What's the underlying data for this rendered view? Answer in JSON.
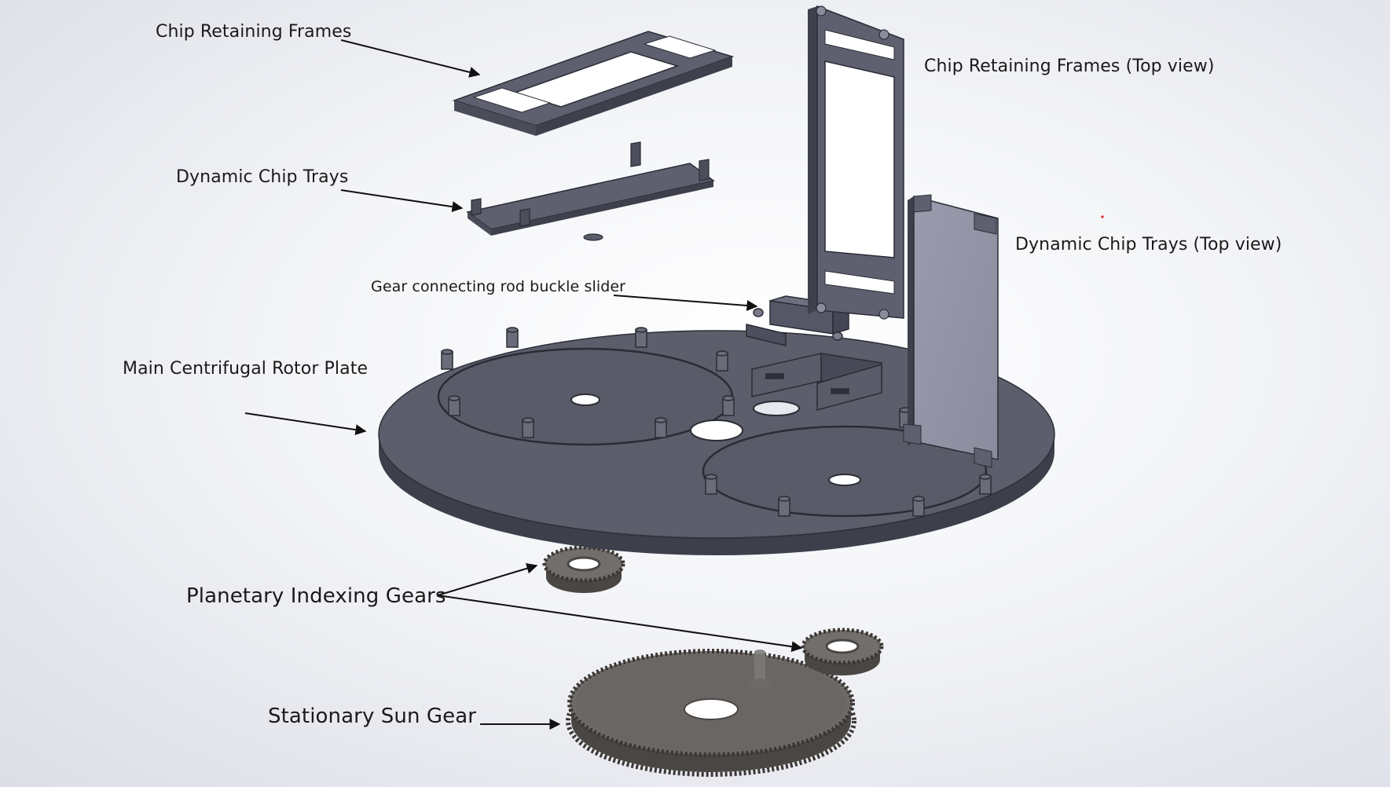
{
  "colors": {
    "part_face": "#5b5d6b",
    "part_top": "#626473",
    "part_side": "#3d3f4b",
    "part_light": "#9496a8",
    "gear_face": "#6e6a68",
    "gear_side": "#4a4644",
    "hole": "#ffffff",
    "arrow": "#111111"
  },
  "labels": {
    "chip_retaining_frames": "Chip Retaining Frames",
    "chip_retaining_frames_top": "Chip Retaining Frames (Top view)",
    "dynamic_chip_trays": "Dynamic Chip Trays",
    "dynamic_chip_trays_top": "Dynamic Chip Trays (Top view)",
    "gear_rod_slider": "Gear connecting rod buckle slider",
    "main_rotor_plate": "Main Centrifugal Rotor Plate",
    "planetary_gears": "Planetary Indexing Gears",
    "sun_gear": "Stationary Sun Gear"
  }
}
